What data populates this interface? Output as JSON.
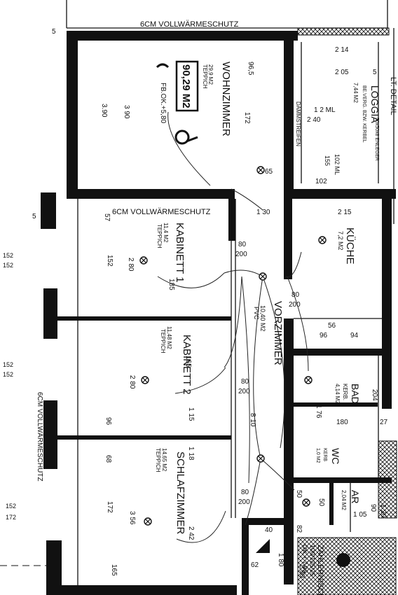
{
  "labels": {
    "vollwarmeschutz_top": "6CM VOLLWÄRMESCHUTZ",
    "vollwarmeschutz_mid": "6CM VOLLWÄRMESCHUTZ",
    "vollwarmeschutz_left": "6CM VOLLWÄRMESCHUTZ",
    "dammstreifen": "DÄMMSTREIFEN",
    "loggia_detail": "LT. DETAIL",
    "total_area": "90,29 M2",
    "fb_ok": "FB.OK.+5,80"
  },
  "rooms": {
    "wohnzimmer": {
      "name": "WOHNZIMMER",
      "floor": "TEPPICH",
      "area": "29,9 M2"
    },
    "loggia": {
      "name": "LOGGIA",
      "floor": "BE.VERG. BZW. KERBEL",
      "extra": "50x50x8 ENLEGER",
      "area": "7,44 M2"
    },
    "kabinett1": {
      "name": "KABINETT 1",
      "floor": "TEPPICH",
      "area": "11,4 M2"
    },
    "kabinett2": {
      "name": "KABINETT 2",
      "floor": "TEPPICH",
      "area": "11,48 M2"
    },
    "schlafzimmer": {
      "name": "SCHLAFZIMMER",
      "floor": "TEPPICH",
      "area": "14,65 M2"
    },
    "vorzimmer": {
      "name": "VORZIMMER",
      "floor": "PVC",
      "area": "10,40 M2"
    },
    "kuche": {
      "name": "KÜCHE",
      "area": "7,2 M2"
    },
    "bad": {
      "name": "BAD",
      "floor": "KERB.",
      "area": "4,14 M2"
    },
    "wc": {
      "name": "WC",
      "floor": "KERB",
      "area": "1,0 M2"
    },
    "ar": {
      "name": "AR",
      "area": "2,04 M2"
    },
    "zahlernische": {
      "name": "ZÄHLERNISCHE",
      "dims": "100/125/25",
      "ok": "OK.+ 7,95"
    }
  },
  "dimensions": {
    "d152a": "152",
    "d152b": "152",
    "d152c": "152",
    "d152d": "152",
    "d152e": "152",
    "d172": "172",
    "d5a": "5",
    "d5b": "5",
    "d5c": "5",
    "d214": "2 14",
    "d205": "2 05",
    "d215": "2 15",
    "d390a": "3.90",
    "d390b": "3 90",
    "d172b": "172",
    "d965": "96,5",
    "d240": "2 40",
    "d12ml": "1 2  ML",
    "d102a": "102",
    "d102b": "102 ML",
    "d155": "155",
    "d65": "65",
    "d130": "1 30",
    "d57": "57",
    "d185": "185",
    "d280a": "2 80",
    "d280b": "2 80",
    "d152k": "152",
    "d165": "165",
    "d80a": "80",
    "d200a": "200",
    "d80b": "80",
    "d200b": "200",
    "d80c": "80",
    "d200c": "200",
    "d80d": "80",
    "d200d": "200",
    "d96a": "96",
    "d94": "94",
    "d56": "56",
    "d810": "8 10",
    "d115": "1 15",
    "d118": "1 18",
    "d96b": "96",
    "d68": "68",
    "d172c": "172",
    "d356": "3 56",
    "d242": "2 42",
    "d165b": "165",
    "d204": "204",
    "d176": "1 76",
    "d180": "180",
    "d27": "27",
    "d50a": "50",
    "d50b": "50",
    "d105": "1 05",
    "d90": "90",
    "d120": "1 20",
    "d82": "82",
    "d62": "62",
    "d40": "40",
    "d290": "2 90",
    "d180b": "1 80"
  }
}
